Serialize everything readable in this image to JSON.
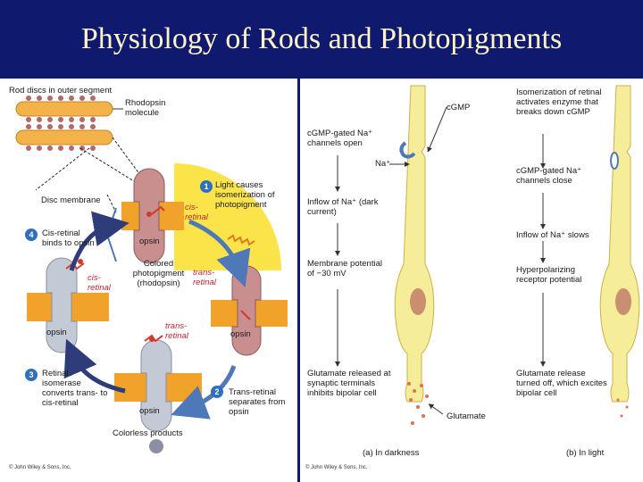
{
  "slide": {
    "title": "Physiology of Rods and Photopigments"
  },
  "left_figure": {
    "rod_discs_label": "Rod discs in outer segment",
    "rhodopsin_label": "Rhodopsin molecule",
    "disc_membrane_label": "Disc membrane",
    "cis_retinal_label": "cis-retinal",
    "opsin_label": "opsin",
    "colored_photopigment_label": "Colored photopigment (rhodopsin)",
    "trans_retinal_label": "trans-retinal",
    "trans_retinal_free_label": "trans-retinal",
    "cis_retinal_free_label": "cis-retinal",
    "colorless_products_label": "Colorless products",
    "copyright": "© John Wiley & Sons, Inc.",
    "steps": [
      {
        "number": "1",
        "text": "Light causes isomerization of photopigment"
      },
      {
        "number": "2",
        "text": "Trans-retinal separates from opsin"
      },
      {
        "number": "3",
        "text": "Retinal isomerase converts trans- to cis-retinal"
      },
      {
        "number": "4",
        "text": "Cis-retinal binds to opsin"
      }
    ]
  },
  "right_figure": {
    "darkness": {
      "cgmp_label": "cGMP",
      "na_label": "Na⁺",
      "steps": [
        "cGMP-gated Na⁺ channels open",
        "Inflow of Na⁺ (dark current)",
        "Membrane potential of −30 mV",
        "Glutamate released at synaptic terminals inhibits bipolar cell"
      ],
      "glutamate_label": "Glutamate",
      "caption": "(a) In darkness"
    },
    "light": {
      "steps": [
        "Isomerization of retinal activates enzyme that breaks down cGMP",
        "cGMP-gated Na⁺ channels close",
        "Inflow of Na⁺ slows",
        "Hyperpolarizing receptor potential",
        "Glutamate release turned off, which excites bipolar cell"
      ],
      "caption": "(b) In light"
    },
    "copyright": "© John Wiley & Sons, Inc."
  },
  "colors": {
    "background": "#0f1a6e",
    "title_text": "#fff4c8",
    "light_wedge": "#fbe44a",
    "membrane": "#f0a22a",
    "rhodopsin": "#c98f8f",
    "opsin_colorless": "#c4c9d6",
    "arrow_blue": "#4f78b8",
    "arrow_dark": "#2f3c7a",
    "rod_yellow": "#f6ed9a",
    "retinal_red": "#d03a2a"
  }
}
